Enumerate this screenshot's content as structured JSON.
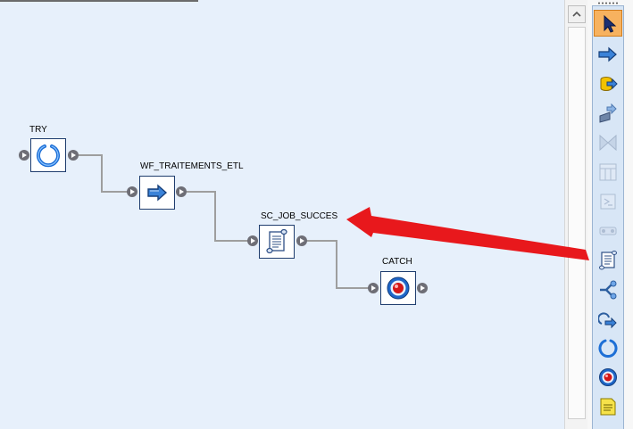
{
  "nodes": [
    {
      "id": "try",
      "label": "TRY",
      "icon": "loop-icon"
    },
    {
      "id": "wf",
      "label": "WF_TRAITEMENTS_ETL",
      "icon": "arrow-right-icon"
    },
    {
      "id": "sc",
      "label": "SC_JOB_SUCCES",
      "icon": "script-icon"
    },
    {
      "id": "catch",
      "label": "CATCH",
      "icon": "catch-icon"
    }
  ],
  "palette": {
    "tools": [
      {
        "icon": "pointer-icon",
        "selected": true
      },
      {
        "icon": "workflow-arrow-icon"
      },
      {
        "icon": "dataflow-icon"
      },
      {
        "icon": "abap-dataflow-icon"
      },
      {
        "icon": "join-icon"
      },
      {
        "icon": "table-icon"
      },
      {
        "icon": "query-icon"
      },
      {
        "icon": "datastore-icon"
      },
      {
        "icon": "script-icon"
      },
      {
        "icon": "conditional-icon"
      },
      {
        "icon": "while-loop-icon"
      },
      {
        "icon": "try-icon"
      },
      {
        "icon": "catch-icon"
      },
      {
        "icon": "annotation-icon"
      }
    ]
  },
  "annotation": {
    "type": "arrow",
    "color": "#e8181c"
  },
  "colors": {
    "canvas": "#e7f0fb",
    "node_border": "#1f3d6e",
    "link": "#9e9e9e",
    "selection": "#f7b25f"
  }
}
